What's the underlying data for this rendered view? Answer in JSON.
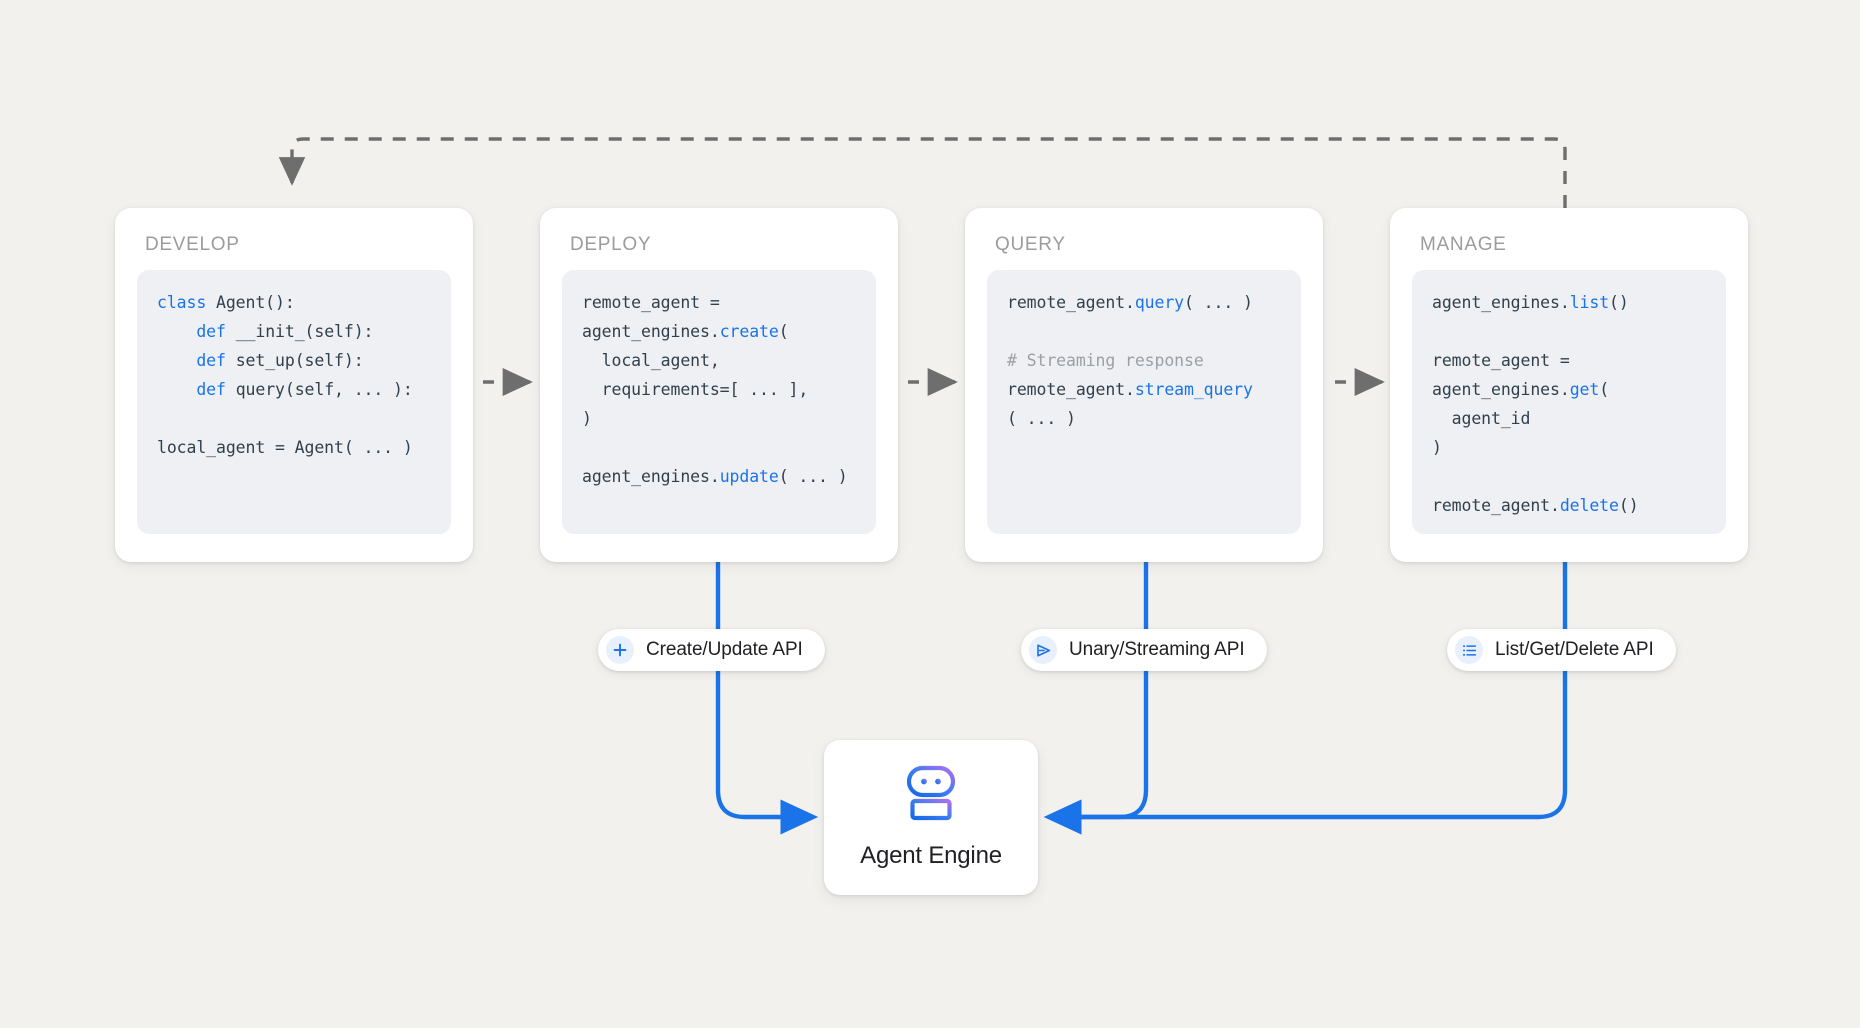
{
  "canvas": {
    "background_color": "#f2f1ee",
    "accent_blue": "#1a73e8",
    "wire_blue": "#1a73e8",
    "dashed_gray": "#6e6e6e",
    "code_bg": "#eef0f3",
    "title_color": "#9c9c9c"
  },
  "stages": [
    {
      "id": "develop",
      "title": "DEVELOP",
      "code_lines": [
        [
          {
            "t": "class ",
            "s": "kw"
          },
          {
            "t": "Agent():",
            "s": ""
          }
        ],
        [
          {
            "t": "    ",
            "s": ""
          },
          {
            "t": "def ",
            "s": "kw"
          },
          {
            "t": "__init_(self):",
            "s": ""
          }
        ],
        [
          {
            "t": "    ",
            "s": ""
          },
          {
            "t": "def ",
            "s": "kw"
          },
          {
            "t": "set_up(self):",
            "s": ""
          }
        ],
        [
          {
            "t": "    ",
            "s": ""
          },
          {
            "t": "def ",
            "s": "kw"
          },
          {
            "t": "query(self, ... ):",
            "s": ""
          }
        ],
        [
          {
            "t": "",
            "s": ""
          }
        ],
        [
          {
            "t": "local_agent = Agent( ... )",
            "s": ""
          }
        ]
      ]
    },
    {
      "id": "deploy",
      "title": "DEPLOY",
      "code_lines": [
        [
          {
            "t": "remote_agent =",
            "s": ""
          }
        ],
        [
          {
            "t": "agent_engines.",
            "s": ""
          },
          {
            "t": "create",
            "s": "fn"
          },
          {
            "t": "(",
            "s": ""
          }
        ],
        [
          {
            "t": "  local_agent,",
            "s": ""
          }
        ],
        [
          {
            "t": "  requirements=[ ... ],",
            "s": ""
          }
        ],
        [
          {
            "t": ")",
            "s": ""
          }
        ],
        [
          {
            "t": "",
            "s": ""
          }
        ],
        [
          {
            "t": "agent_engines.",
            "s": ""
          },
          {
            "t": "update",
            "s": "fn"
          },
          {
            "t": "( ... )",
            "s": ""
          }
        ]
      ]
    },
    {
      "id": "query",
      "title": "QUERY",
      "code_lines": [
        [
          {
            "t": "remote_agent.",
            "s": ""
          },
          {
            "t": "query",
            "s": "fn"
          },
          {
            "t": "( ... )",
            "s": ""
          }
        ],
        [
          {
            "t": "",
            "s": ""
          }
        ],
        [
          {
            "t": "# Streaming response",
            "s": "cmt"
          }
        ],
        [
          {
            "t": "remote_agent.",
            "s": ""
          },
          {
            "t": "stream_query",
            "s": "fn"
          }
        ],
        [
          {
            "t": "( ... )",
            "s": ""
          }
        ]
      ]
    },
    {
      "id": "manage",
      "title": "MANAGE",
      "code_lines": [
        [
          {
            "t": "agent_engines.",
            "s": ""
          },
          {
            "t": "list",
            "s": "fn"
          },
          {
            "t": "()",
            "s": ""
          }
        ],
        [
          {
            "t": "",
            "s": ""
          }
        ],
        [
          {
            "t": "remote_agent =",
            "s": ""
          }
        ],
        [
          {
            "t": "agent_engines.",
            "s": ""
          },
          {
            "t": "get",
            "s": "fn"
          },
          {
            "t": "(",
            "s": ""
          }
        ],
        [
          {
            "t": "  agent_id",
            "s": ""
          }
        ],
        [
          {
            "t": ")",
            "s": ""
          }
        ],
        [
          {
            "t": "",
            "s": ""
          }
        ],
        [
          {
            "t": "remote_agent.",
            "s": ""
          },
          {
            "t": "delete",
            "s": "fn"
          },
          {
            "t": "()",
            "s": ""
          }
        ]
      ]
    }
  ],
  "api_pills": [
    {
      "id": "create-update",
      "label": "Create/Update API",
      "icon": "plus-icon"
    },
    {
      "id": "unary-streaming",
      "label": "Unary/Streaming API",
      "icon": "send-arrow-icon"
    },
    {
      "id": "list-get-delete",
      "label": "List/Get/Delete API",
      "icon": "list-icon"
    }
  ],
  "agent_engine": {
    "label": "Agent Engine",
    "icon": "robot-icon",
    "icon_gradient_from": "#1a73e8",
    "icon_gradient_to": "#b06ef0"
  },
  "connectors": {
    "feedback_note": "dashed feedback loop from MANAGE back to DEVELOP",
    "flow_note": "dashed arrows DEVELOP -> DEPLOY -> QUERY -> MANAGE",
    "blue_note": "solid blue wires from DEPLOY, QUERY, MANAGE into Agent Engine"
  }
}
